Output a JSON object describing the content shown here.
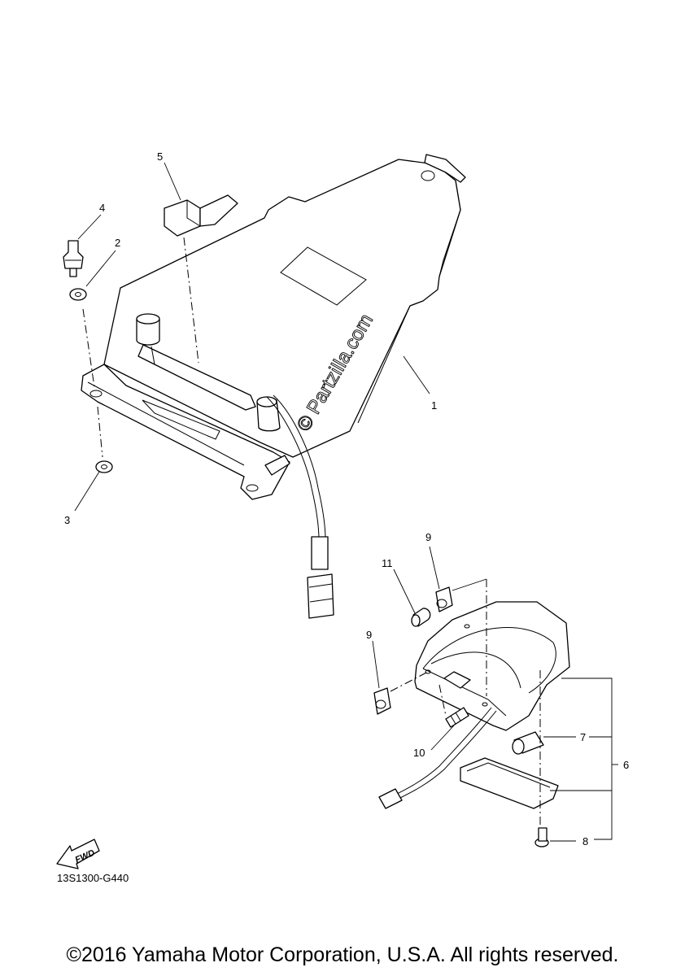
{
  "callouts": {
    "c1": "1",
    "c2": "2",
    "c3": "3",
    "c4": "4",
    "c5": "5",
    "c6": "6",
    "c7": "7",
    "c8": "8",
    "c9a": "9",
    "c9b": "9",
    "c10": "10",
    "c11": "11"
  },
  "watermark": "© Partzilla.com",
  "fwd_label": "FWD",
  "figure_code": "13S1300-G440",
  "copyright": "©2016 Yamaha Motor Corporation, U.S.A. All rights reserved."
}
